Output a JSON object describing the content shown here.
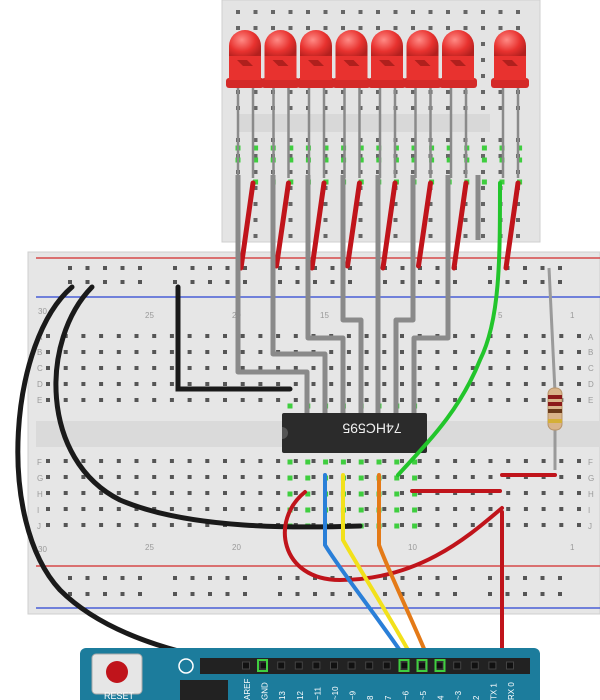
{
  "ic": {
    "label": "74HC595"
  },
  "arduino": {
    "reset_label": "RESET",
    "header_pins": [
      "AREF",
      "GND",
      "13",
      "12",
      "~11",
      "~10",
      "~9",
      "8",
      "7",
      "~6",
      "~5",
      "4",
      "~3",
      "2",
      "TX 1",
      "RX 0"
    ]
  },
  "breadboard": {
    "row_letters_top": [
      "A",
      "B",
      "C",
      "D",
      "E"
    ],
    "row_letters_bottom": [
      "F",
      "G",
      "H",
      "I",
      "J"
    ],
    "column_numbers": [
      "30",
      "25",
      "20",
      "15",
      "10",
      "5",
      "1"
    ]
  },
  "leds": {
    "count": 8,
    "color": "#e8322f"
  },
  "wire_colors": {
    "black": "#1a1a1a",
    "red": "#c0141b",
    "green": "#22c52b",
    "blue": "#2a7fd8",
    "yellow": "#f2e11b",
    "orange": "#e47a17",
    "gray": "#8a8a8a"
  },
  "resistor": {
    "bands": [
      "#8b1a1a",
      "#8b1a1a",
      "#6b3a1a",
      "#d4af37"
    ]
  }
}
